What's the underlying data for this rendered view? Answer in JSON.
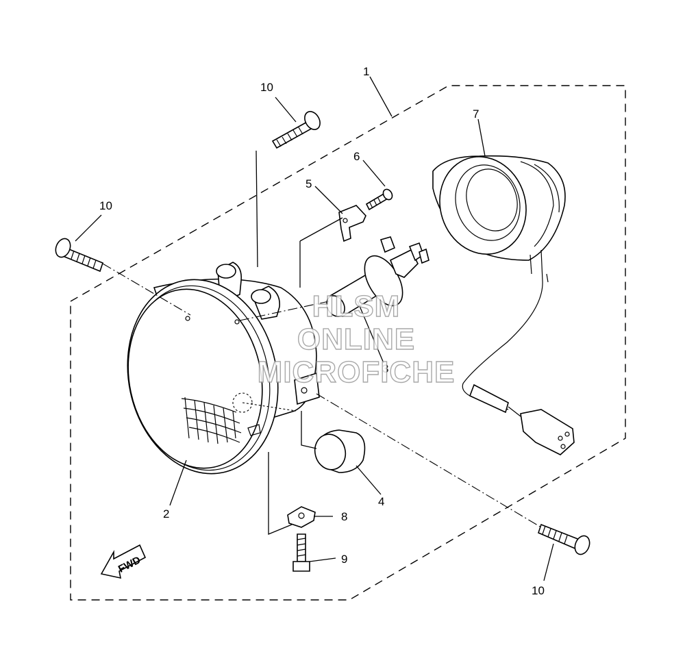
{
  "callouts": {
    "p1": "1",
    "p2": "2",
    "p3": "3",
    "p4": "4",
    "p5": "5",
    "p6": "6",
    "p7": "7",
    "p8": "8",
    "p9": "9",
    "p10a": "10",
    "p10b": "10",
    "p10c": "10"
  },
  "fwd_label": "FWD",
  "watermark": {
    "line1": "HLSM",
    "line2": "ONLINE",
    "line3": "MICROFICHE"
  }
}
